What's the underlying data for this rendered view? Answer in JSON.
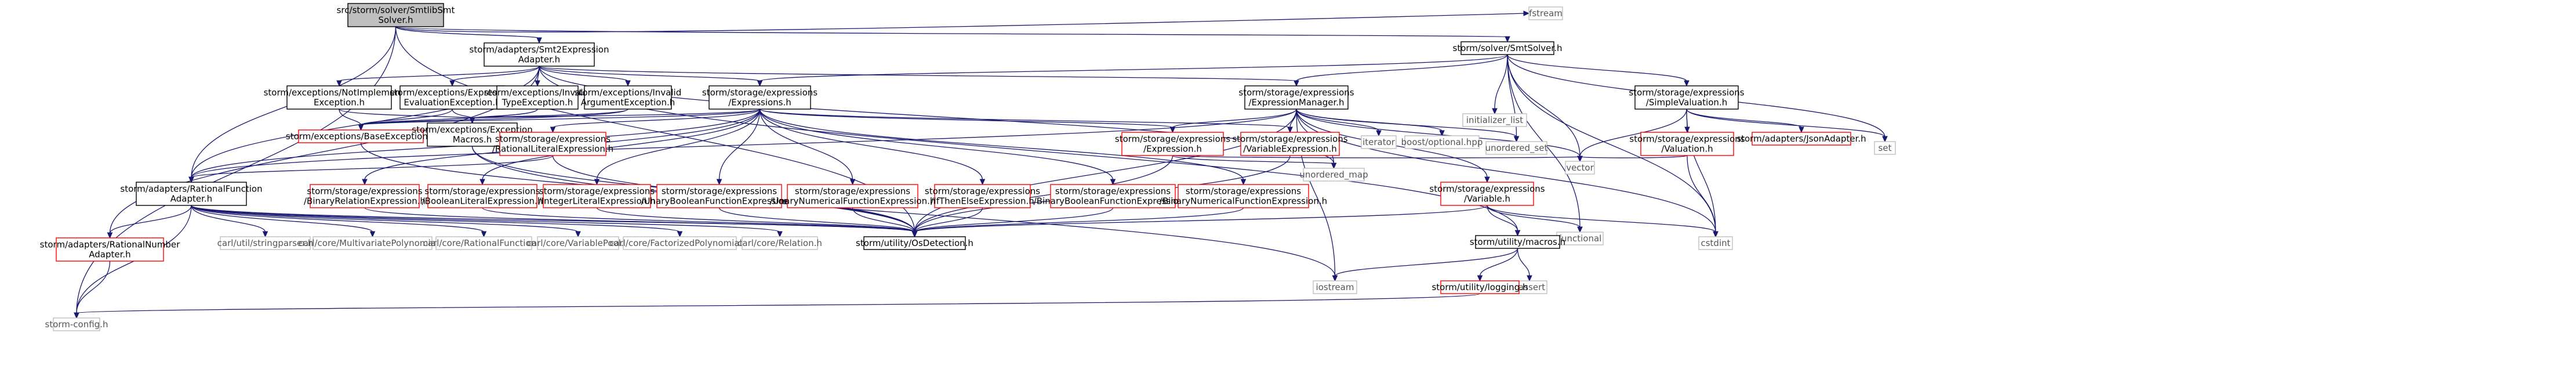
{
  "colors": {
    "edge": "#191970",
    "border_black": "#000000",
    "border_red": "#ff0000",
    "border_gray": "#bfbfbf",
    "fill_root": "#bfbfbf",
    "fill": "#ffffff",
    "text_black": "#000000",
    "text_gray": "#555555"
  },
  "nodes": [
    {
      "id": "root",
      "lines": [
        "src/storm/solver/SmtlibSmt",
        "Solver.h"
      ],
      "style": "root"
    },
    {
      "id": "adapter",
      "lines": [
        "storm/adapters/Smt2Expression",
        "Adapter.h"
      ],
      "style": "black"
    },
    {
      "id": "fstream",
      "lines": [
        "fstream"
      ],
      "style": "gray"
    },
    {
      "id": "smtsolver",
      "lines": [
        "storm/solver/SmtSolver.h"
      ],
      "style": "black"
    },
    {
      "id": "notimpl",
      "lines": [
        "storm/exceptions/NotImplemented",
        "Exception.h"
      ],
      "style": "black"
    },
    {
      "id": "exprevalexc",
      "lines": [
        "storm/exceptions/Expression",
        "EvaluationException.h"
      ],
      "style": "black"
    },
    {
      "id": "invtypeexc",
      "lines": [
        "storm/exceptions/Invalid",
        "TypeException.h"
      ],
      "style": "black"
    },
    {
      "id": "invargexc",
      "lines": [
        "storm/exceptions/Invalid",
        "ArgumentException.h"
      ],
      "style": "black"
    },
    {
      "id": "expressions",
      "lines": [
        "storm/storage/expressions",
        "/Expressions.h"
      ],
      "style": "black"
    },
    {
      "id": "exprmanager",
      "lines": [
        "storm/storage/expressions",
        "/ExpressionManager.h"
      ],
      "style": "black"
    },
    {
      "id": "initlist",
      "lines": [
        "initializer_list"
      ],
      "style": "gray"
    },
    {
      "id": "simplevaluation",
      "lines": [
        "storm/storage/expressions",
        "/SimpleValuation.h"
      ],
      "style": "black"
    },
    {
      "id": "baseexc",
      "lines": [
        "storm/exceptions/BaseException.h"
      ],
      "style": "red"
    },
    {
      "id": "excmacros",
      "lines": [
        "storm/exceptions/Exception",
        "Macros.h"
      ],
      "style": "black"
    },
    {
      "id": "rationalliteral",
      "lines": [
        "storm/storage/expressions",
        "/RationalLiteralExpression.h"
      ],
      "style": "red"
    },
    {
      "id": "expressionh",
      "lines": [
        "storm/storage/expressions",
        "/Expression.h"
      ],
      "style": "red"
    },
    {
      "id": "variableexpr",
      "lines": [
        "storm/storage/expressions",
        "/VariableExpression.h"
      ],
      "style": "red"
    },
    {
      "id": "iterator",
      "lines": [
        "iterator"
      ],
      "style": "gray"
    },
    {
      "id": "boostoptional",
      "lines": [
        "boost/optional.hpp"
      ],
      "style": "gray"
    },
    {
      "id": "unorderedset",
      "lines": [
        "unordered_set"
      ],
      "style": "gray"
    },
    {
      "id": "valuationh",
      "lines": [
        "storm/storage/expressions",
        "/Valuation.h"
      ],
      "style": "red"
    },
    {
      "id": "jsonadapter",
      "lines": [
        "storm/adapters/JsonAdapter.h"
      ],
      "style": "red"
    },
    {
      "id": "set",
      "lines": [
        "set"
      ],
      "style": "gray"
    },
    {
      "id": "ratfunc",
      "lines": [
        "storm/adapters/RationalFunction",
        "Adapter.h"
      ],
      "style": "black"
    },
    {
      "id": "binrel",
      "lines": [
        "storm/storage/expressions",
        "/BinaryRelationExpression.h"
      ],
      "style": "red"
    },
    {
      "id": "boollit",
      "lines": [
        "storm/storage/expressions",
        "/BooleanLiteralExpression.h"
      ],
      "style": "red"
    },
    {
      "id": "intlit",
      "lines": [
        "storm/storage/expressions",
        "/IntegerLiteralExpression.h"
      ],
      "style": "red"
    },
    {
      "id": "unarybool",
      "lines": [
        "storm/storage/expressions",
        "/UnaryBooleanFunctionExpression.h"
      ],
      "style": "red"
    },
    {
      "id": "unarynum",
      "lines": [
        "storm/storage/expressions",
        "/UnaryNumericalFunctionExpression.h"
      ],
      "style": "red"
    },
    {
      "id": "ifthenelse",
      "lines": [
        "storm/storage/expressions",
        "/IfThenElseExpression.h"
      ],
      "style": "red"
    },
    {
      "id": "binbool",
      "lines": [
        "storm/storage/expressions",
        "/BinaryBooleanFunctionExpression.h"
      ],
      "style": "red"
    },
    {
      "id": "binnum",
      "lines": [
        "storm/storage/expressions",
        "/BinaryNumericalFunctionExpression.h"
      ],
      "style": "red"
    },
    {
      "id": "unorderedmap",
      "lines": [
        "unordered_map"
      ],
      "style": "gray"
    },
    {
      "id": "variableh",
      "lines": [
        "storm/storage/expressions",
        "/Variable.h"
      ],
      "style": "red"
    },
    {
      "id": "vector",
      "lines": [
        "vector"
      ],
      "style": "gray"
    },
    {
      "id": "functional",
      "lines": [
        "functional"
      ],
      "style": "gray"
    },
    {
      "id": "cstdint",
      "lines": [
        "cstdint"
      ],
      "style": "gray"
    },
    {
      "id": "macros",
      "lines": [
        "storm/utility/macros.h"
      ],
      "style": "black"
    },
    {
      "id": "oscheck",
      "lines": [
        "storm/utility/OsDetection.h"
      ],
      "style": "black"
    },
    {
      "id": "stringparser",
      "lines": [
        "carl/util/stringparser.h"
      ],
      "style": "gray"
    },
    {
      "id": "multipoly",
      "lines": [
        "carl/core/MultivariatePolynomial.h"
      ],
      "style": "gray"
    },
    {
      "id": "ratfuncc",
      "lines": [
        "carl/core/RationalFunction.h"
      ],
      "style": "gray"
    },
    {
      "id": "varpool",
      "lines": [
        "carl/core/VariablePool.h"
      ],
      "style": "gray"
    },
    {
      "id": "factpoly",
      "lines": [
        "carl/core/FactorizedPolynomial.h"
      ],
      "style": "gray"
    },
    {
      "id": "relation",
      "lines": [
        "carl/core/Relation.h"
      ],
      "style": "gray"
    },
    {
      "id": "ratnum",
      "lines": [
        "storm/adapters/RationalNumber",
        "Adapter.h"
      ],
      "style": "red"
    },
    {
      "id": "iostream",
      "lines": [
        "iostream"
      ],
      "style": "gray"
    },
    {
      "id": "cassert",
      "lines": [
        "cassert"
      ],
      "style": "gray"
    },
    {
      "id": "logging",
      "lines": [
        "storm/utility/logging.h"
      ],
      "style": "red"
    },
    {
      "id": "stormconfig",
      "lines": [
        "storm-config.h"
      ],
      "style": "gray"
    }
  ]
}
